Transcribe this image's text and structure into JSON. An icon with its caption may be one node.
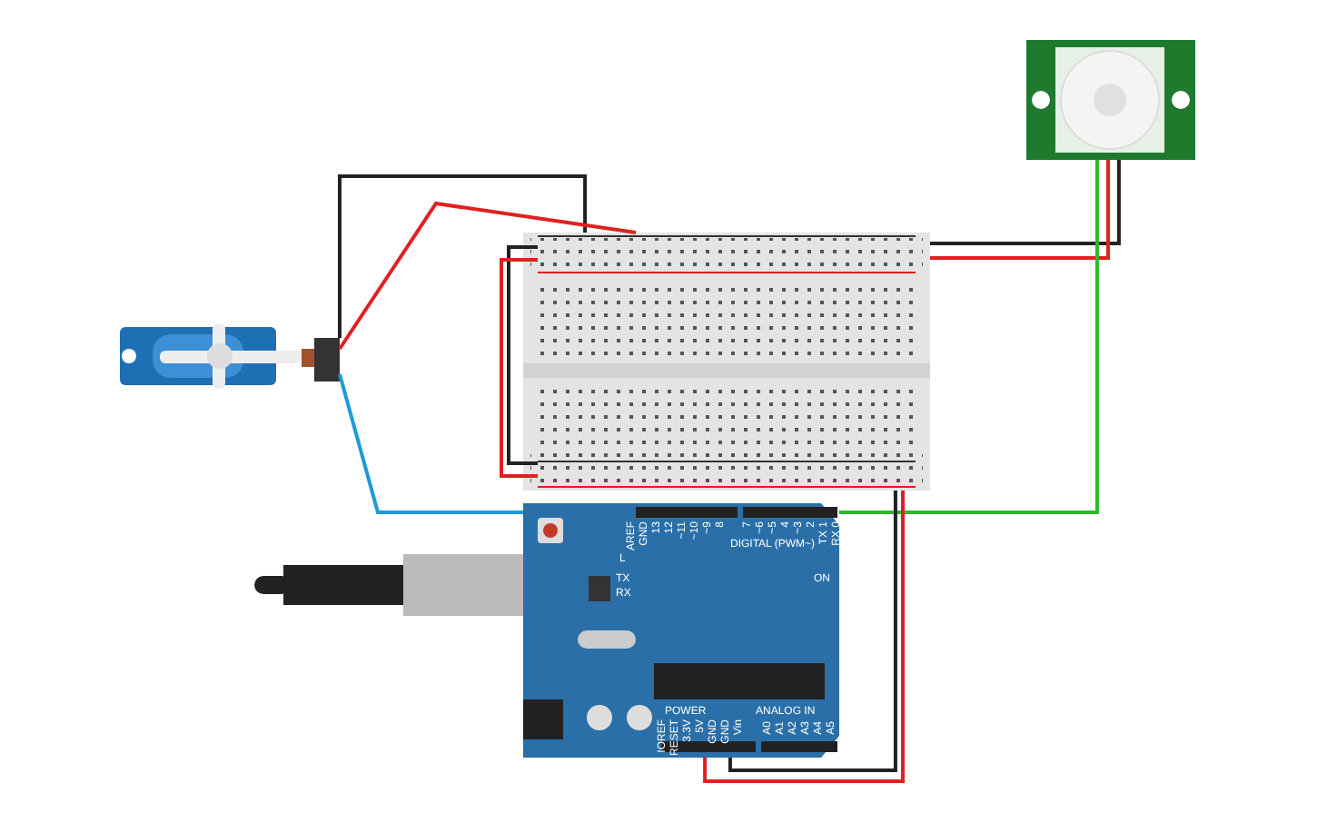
{
  "diagram": {
    "nodes": [
      {
        "text": [],
        "shape": "picture"
      },
      {
        "text": [],
        "shape": "picture"
      },
      {
        "text": [],
        "shape": "picture"
      },
      {
        "text": [],
        "shape": "picture"
      },
      {
        "text": [],
        "shape": "picture"
      }
    ],
    "edges": [
      {
        "from": 0,
        "to": 1,
        "arrow": "none"
      },
      {
        "from": 0,
        "to": 1,
        "arrow": "none",
        "color": "#e02020"
      },
      {
        "from": 0,
        "to": 3,
        "arrow": "none",
        "color": "#1a9bd7"
      },
      {
        "from": 2,
        "to": 1,
        "arrow": "none"
      },
      {
        "from": 2,
        "to": 1,
        "arrow": "none",
        "color": "#e02020"
      },
      {
        "from": 2,
        "to": 3,
        "arrow": "none",
        "color": "#2eb82e"
      },
      {
        "from": 1,
        "to": 3,
        "arrow": "none"
      },
      {
        "from": 1,
        "to": 3,
        "arrow": "none",
        "color": "#e02020"
      }
    ],
    "labels": [
      "AREF",
      "GND",
      "13",
      "12",
      "~11",
      "~10",
      "~9",
      "8",
      "7",
      "~6",
      "~5",
      "4",
      "~3",
      "2",
      "TX 1",
      "RX 0",
      "DIGITAL (PWM~)",
      "L",
      "TX",
      "RX",
      "ON",
      "POWER",
      "ANALOG IN",
      "IOREF",
      "RESET",
      "3.3V",
      "5V",
      "GND",
      "GND",
      "Vin",
      "A0",
      "A1",
      "A2",
      "A3",
      "A4",
      "A5"
    ]
  }
}
